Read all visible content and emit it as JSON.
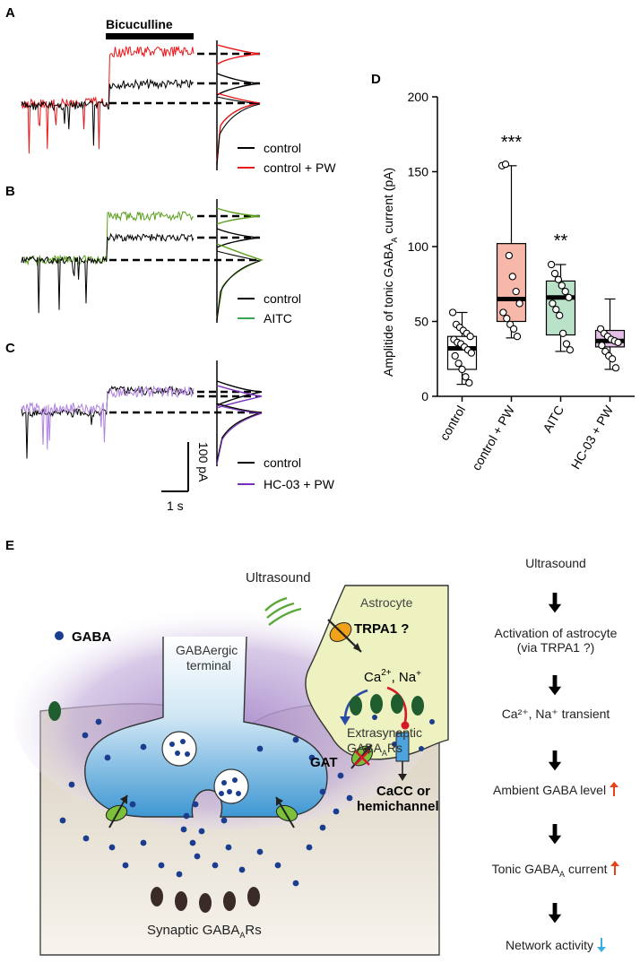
{
  "panels": {
    "a": "A",
    "b": "B",
    "c": "C",
    "d": "D",
    "e": "E"
  },
  "trace_panels": {
    "drug_bar_label": "Bicuculline",
    "a": {
      "legend": [
        "control",
        "control + PW"
      ],
      "colors": [
        "#000000",
        "#e8191b"
      ]
    },
    "b": {
      "legend": [
        "control",
        "AITC"
      ],
      "colors": [
        "#000000",
        "#3aa652"
      ]
    },
    "c": {
      "legend": [
        "control",
        "HC-03 + PW"
      ],
      "colors": [
        "#000000",
        "#7b2fbe"
      ]
    },
    "scale_bar": {
      "y_label": "100 pA",
      "x_label": "1 s"
    },
    "trace_colors": {
      "a": "#e8191b",
      "b": "#5a9e1b",
      "c": "#b083e0"
    }
  },
  "chart_data": {
    "type": "box",
    "ylabel": "Amplitide of tonic GABAA current (pA)",
    "ylabel_main": "Amplitide of tonic GABA",
    "ylabel_sub": "A",
    "ylabel_tail": " current (pA)",
    "ylim": [
      0,
      200
    ],
    "yticks": [
      0,
      50,
      100,
      150,
      200
    ],
    "categories": [
      "control",
      "control + PW",
      "AITC",
      "HC-03 + PW"
    ],
    "box_colors": [
      "#ffffff",
      "#f7b8aa",
      "#b9e2c9",
      "#e3bfe6"
    ],
    "significance": [
      "",
      "***",
      "**",
      ""
    ],
    "boxes": [
      {
        "whisker_low": 8,
        "q1": 18,
        "median": 32,
        "q3": 40,
        "whisker_high": 56
      },
      {
        "whisker_low": 39,
        "q1": 50,
        "median": 65,
        "q3": 102,
        "whisker_high": 154
      },
      {
        "whisker_low": 30,
        "q1": 41,
        "median": 66,
        "q3": 77,
        "whisker_high": 88
      },
      {
        "whisker_low": 18,
        "q1": 33,
        "median": 37,
        "q3": 44,
        "whisker_high": 65
      }
    ],
    "points": [
      [
        56,
        48,
        46,
        44,
        42,
        40,
        38,
        36,
        35,
        33,
        31,
        29,
        27,
        22,
        18,
        13,
        9
      ],
      [
        154,
        155,
        94,
        80,
        70,
        62,
        56,
        52,
        48,
        45,
        40
      ],
      [
        88,
        82,
        78,
        74,
        70,
        66,
        62,
        58,
        54,
        42,
        35,
        31
      ],
      [
        45,
        42,
        40,
        38,
        37,
        36,
        34,
        30,
        27,
        25,
        19
      ]
    ]
  },
  "schematic": {
    "ultrasound": "Ultrasound",
    "gaba_legend": "GABA",
    "gabaergic_terminal": "GABAergic terminal",
    "gabaergic_line1": "GABAergic",
    "gabaergic_line2": "terminal",
    "astrocyte": "Astrocyte",
    "trpa1": "TRPA1 ?",
    "ca_na_main": "Ca",
    "ca_sup": "2+",
    "ca_na_tail": ", Na",
    "na_sup": "+",
    "gat": "GAT",
    "cacc_line1": "CaCC or",
    "cacc_line2": "hemichannel",
    "extrasynaptic_line1": "Extrasynaptic",
    "extrasynaptic_line2": "GABA",
    "extrasynaptic_sub": "A",
    "extrasynaptic_tail": "Rs",
    "synaptic_main": "Synaptic GABA",
    "synaptic_sub": "A",
    "synaptic_tail": "Rs",
    "colors": {
      "gaba_dot": "#1a3d8f",
      "astrocyte": "#eef2c0",
      "terminal": "#6fb4e0",
      "halo": "#b69bd1",
      "receptor": "#1f5c2e"
    }
  },
  "flowchart": {
    "steps": [
      "Ultrasound",
      "Activation of astrocyte",
      "(via TRPA1 ?)",
      "Ca²⁺, Na⁺ transient",
      "Ambient GABA level",
      "Tonic GABA",
      "current",
      "Network activity"
    ],
    "tonic_sub": "A",
    "up_color": "#e8421b",
    "down_color": "#3ab0e0"
  }
}
